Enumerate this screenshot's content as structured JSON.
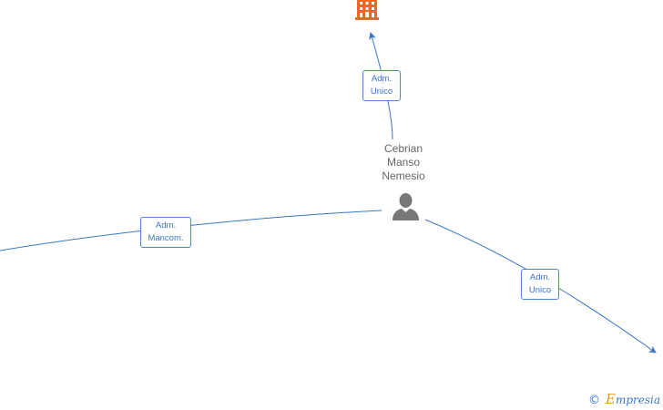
{
  "person": {
    "name_lines": [
      "Cebrian",
      "Manso",
      "Nemesio"
    ],
    "icon": "person-icon",
    "color": "#777777"
  },
  "company_top": {
    "icon": "building-icon",
    "color": "#f26522"
  },
  "edges": [
    {
      "id": "edge-top",
      "label_lines": [
        "Adm.",
        "Unico"
      ]
    },
    {
      "id": "edge-left",
      "label_lines": [
        "Adm.",
        "Mancom."
      ]
    },
    {
      "id": "edge-right",
      "label_lines": [
        "Adm.",
        "Unico"
      ]
    }
  ],
  "colors": {
    "edge": "#3b77c6",
    "label_border": "#4a86d4"
  },
  "footer": {
    "copyright_symbol": "©",
    "brand_initial": "E",
    "brand_rest": "mpresia"
  }
}
